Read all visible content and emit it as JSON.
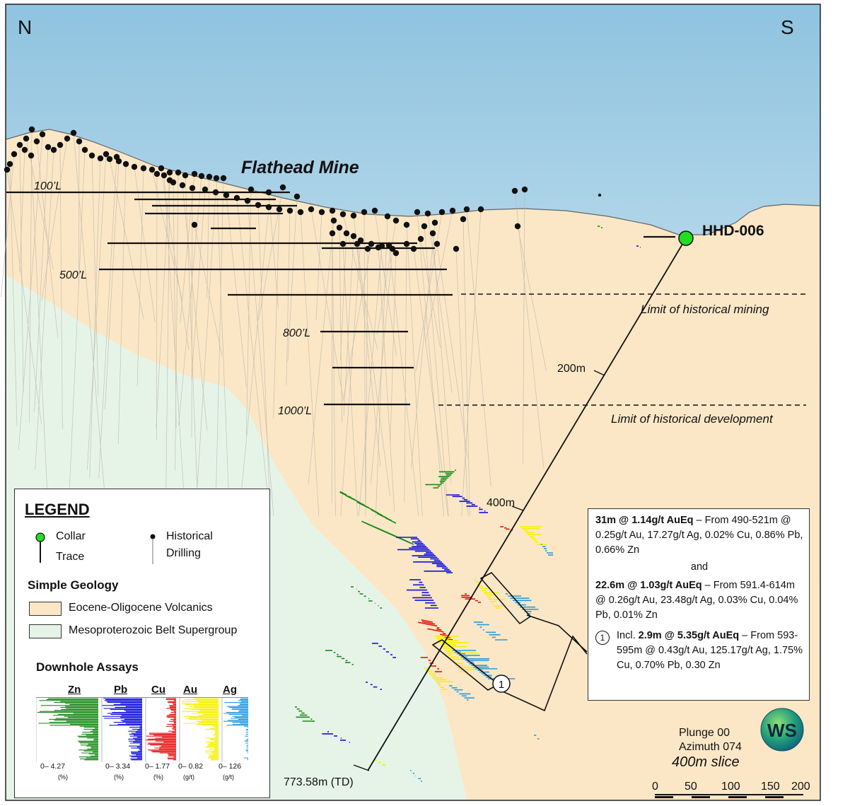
{
  "north": "N",
  "south": "S",
  "mine_label": "Flathead Mine",
  "hole_id": "HHD-006",
  "levels": [
    "100’L",
    "500’L",
    "800’L",
    "1000’L"
  ],
  "limits": {
    "mining": "Limit of historical mining",
    "development": "Limit of historical development"
  },
  "depth_marks": [
    "200m",
    "400m"
  ],
  "td_label": "773.58m (TD)",
  "callout_number": "1",
  "legend": {
    "title": "LEGEND",
    "collar": "Collar",
    "trace": "Trace",
    "historical_1": "Historical",
    "historical_2": "Drilling",
    "geology_title": "Simple Geology",
    "geo_1": "Eocene-Oligocene Volcanics",
    "geo_2": "Mesoproterozoic Belt Supergroup",
    "assays_title": "Downhole Assays",
    "assay_cols": [
      "Zn",
      "Pb",
      "Cu",
      "Au",
      "Ag"
    ],
    "assay_ranges": [
      "0– 4.27",
      "0– 3.34",
      "0– 1.77",
      "0– 0.82",
      "0– 126"
    ],
    "assay_units": [
      "(%)",
      "(%)",
      "(%)",
      "(g/t)",
      "(g/t)"
    ]
  },
  "results": {
    "r1_bold": "31m @ 1.14g/t AuEq",
    "r1_text": " – From 490-521m @ 0.25g/t Au, 17.27g/t Ag, 0.02% Cu, 0.86% Pb, 0.66% Zn",
    "and": "and",
    "r2_bold": "22.6m @ 1.03g/t AuEq",
    "r2_text": " – From 591.4-614m @ 0.26g/t Au, 23.48g/t Ag, 0.03% Cu, 0.04% Pb, 0.01% Zn",
    "incl_num": "1",
    "incl_pre": "Incl. ",
    "r3_bold": "2.9m @ 5.35g/t AuEq",
    "r3_text": " – From 593-595m @ 0.43g/t Au, 125.17g/t Ag, 1.75% Cu, 0.70% Pb, 0.30 Zn"
  },
  "view": {
    "plunge": "Plunge 00",
    "azimuth": "Azimuth 074",
    "slice": "400m slice"
  },
  "scale": [
    "0",
    "50",
    "100",
    "150",
    "200"
  ],
  "logo": "WS",
  "colors": {
    "volcanics": "#fbe7c6",
    "belt": "#e8f5ea",
    "zn": "#1a8a1a",
    "pb": "#1010dd",
    "cu": "#e81010",
    "au": "#f5f000",
    "ag": "#2a9be0",
    "collar": "#22dd22"
  }
}
